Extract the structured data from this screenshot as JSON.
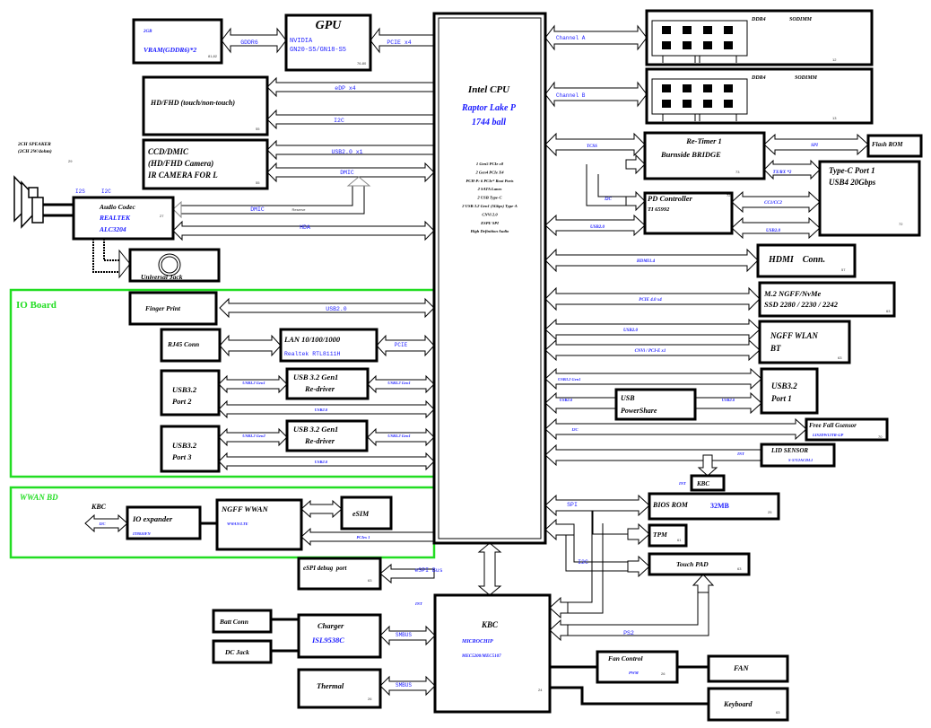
{
  "title": "Intel Raptor Lake P Laptop Block Diagram",
  "colors": {
    "region": "#22dd22",
    "bus_label": "#2020ff",
    "part_label": "#1a1aff",
    "border": "#000000"
  },
  "regions": {
    "io_board": "IO Board",
    "wwan_bd": "WWAN BD"
  },
  "blocks": {
    "vram": {
      "line1": "2GB",
      "line2": "VRAM(GDDR6)*2",
      "page": "81,82"
    },
    "gpu": {
      "title": "GPU",
      "vendor": "NVIDIA",
      "part": "GN20-S5/GN18-S5",
      "page": "76-80"
    },
    "panel": {
      "title": "HD/FHD (touch/non-touch)",
      "page": "55"
    },
    "camera": {
      "line1": "CCD/DMIC",
      "line2": "(HD/FHD Camera)",
      "line3": "IR CAMERA FOR L",
      "page": "55"
    },
    "speaker": {
      "line1": "2CH SPEAKER",
      "line2": "(2CH 2W/4ohm)",
      "page": "29"
    },
    "codec": {
      "title": "Audio Codec",
      "vendor": "REALTEK",
      "part": "ALC3204",
      "page": "27"
    },
    "universal_jack": {
      "title": "Universal Jack"
    },
    "cpu": {
      "title": "Intel CPU",
      "part": "Raptor Lake P",
      "package": "1744 ball",
      "features": [
        "1 Gen5 PCIe x8",
        "2 Gen4 PCIe X4",
        "PCH-P: 6 PCIe* Root Ports",
        "2 SATA Lanes",
        "2 USB Type-C",
        "2 USB 3.2 Gen1 (5Gbps) Type-A",
        "CNVi 2.0",
        "ESPI/ SPI",
        "High Definition Audio"
      ]
    },
    "dimm_a": {
      "type": "DDR4",
      "form": "SODIMM",
      "page": "12"
    },
    "dimm_b": {
      "type": "DDR4",
      "form": "SODIMM",
      "page": "13"
    },
    "retimer": {
      "title": "Re-Timer 1",
      "part": "Burnside BRIDGE",
      "page": "73"
    },
    "flash_rom": {
      "title": "Flash ROM"
    },
    "pd_controller": {
      "title": "PD Controller",
      "part": "TI 65992",
      "page": "72"
    },
    "typec": {
      "line1": "Type-C Port 1",
      "line2": "USB4 20Gbps",
      "page": "72"
    },
    "hdmi": {
      "title": "HDMI    Conn.",
      "page": "57"
    },
    "ssd": {
      "line1": "M.2 NGFF/NvMe",
      "line2": "SSD 2280 / 2230 / 2242",
      "page": "63"
    },
    "wlan": {
      "line1": "NGFF WLAN",
      "line2": "BT",
      "page": "63"
    },
    "usb_port1": {
      "line1": "USB3.2",
      "line2": "Port 1"
    },
    "powershare": {
      "line1": "USB",
      "line2": "PowerShare"
    },
    "gsensor": {
      "title": "Free Fall Gsensor",
      "part": "LIS2DW12TR-GP",
      "page": "70"
    },
    "lid_sensor": {
      "title": "LID SENSOR",
      "part": "S-5712ACDL1"
    },
    "kbc_small": {
      "title": "KBC"
    },
    "finger_print": {
      "title": "Finger Print"
    },
    "rj45": {
      "title": "RJ45 Conn"
    },
    "lan": {
      "title": "LAN 10/100/1000",
      "part": "Realtek RTL8111H"
    },
    "usb_port2": {
      "line1": "USB3.2",
      "line2": "Port 2"
    },
    "redriver1": {
      "line1": "USB 3.2 Gen1",
      "line2": "Re-driver"
    },
    "usb_port3": {
      "line1": "USB3.2",
      "line2": "Port 3"
    },
    "redriver2": {
      "line1": "USB 3.2 Gen1",
      "line2": "Re-driver"
    },
    "wwan_kbc": {
      "title": "KBC"
    },
    "io_expander": {
      "title": "IO expander",
      "part": "IT8010FN"
    },
    "wwan": {
      "title": "NGFF WWAN",
      "part": "WWAN/LTE"
    },
    "esim": {
      "title": "eSIM"
    },
    "espi_debug": {
      "title": "eSPI debug  port",
      "page": "63"
    },
    "bios_rom": {
      "title": "BIOS ROM",
      "size": "32MB",
      "page": "25"
    },
    "tpm": {
      "title": "TPM",
      "page": "61"
    },
    "touchpad": {
      "title": "Touch PAD",
      "page": "63"
    },
    "batt": {
      "title": "Batt Conn"
    },
    "dc_jack": {
      "title": "DC Jack"
    },
    "charger": {
      "title": "Charger",
      "part": "ISL9538C"
    },
    "thermal": {
      "title": "Thermal",
      "page": "26"
    },
    "kbc_main": {
      "title": "KBC",
      "vendor": "MICROCHIP",
      "part": "MEC5200/MEC5107",
      "page": "24"
    },
    "fan_control": {
      "title": "Fan Control",
      "sub": "PWM",
      "page": "26"
    },
    "fan": {
      "title": "FAN"
    },
    "keyboard": {
      "title": "Keyboard",
      "page": "63"
    }
  },
  "buses": {
    "gddr6": "GDDR6",
    "gpu_pcie": "PCIE x4",
    "edp": "eDP x4",
    "panel_i2c": "I2C",
    "cam_usb": "USB2.0 x1",
    "cam_dmic": "DMIC",
    "codec_dmic": "DMIC",
    "reserve": "Reserve",
    "hda": "HDA",
    "i2s": "I2S",
    "codec_i2c": "I2C",
    "channel_a": "Channel A",
    "channel_b": "Channel B",
    "tcss": "TCSS",
    "spi_flash": "SPI",
    "txrx": "TX/RX *2",
    "pd_i2c": "I2C",
    "cc": "CC1/CC2",
    "pd_usb_cpu": "USB2.0",
    "pd_usb_port": "USB2.0",
    "hdmi": "HDMI1.4",
    "ssd_pcie": "PCIE 4.0 x4",
    "wlan_usb": "USB2.0",
    "wlan_cnvi": "CNVi / PCI-E x1",
    "usb_gen1": "USB3.2 Gen1",
    "usb_2_0_a": "USB2.0",
    "usb_2_0_b": "USB2.0",
    "gsensor_i2c": "I2C",
    "lid_int": "INT",
    "kbc_int": "INT",
    "fp_usb": "USB2.0",
    "lan_pcie": "PCIE",
    "p2_gen1_left": "USB3.2 Gen1",
    "p2_gen1_right": "USB3.2 Gen1",
    "p2_usb": "USB2.0",
    "p3_gen_left": "USB3.2 Gen2",
    "p3_gen_right": "USB3.2 Gen1",
    "p3_usb": "USB2.0",
    "wwan_i2c": "I2C",
    "wwan_pcie": "PCIex 1",
    "espi": "eSPI Bus",
    "spi_bios": "SPI",
    "tp_i2c": "I2C",
    "ps2": "PS2",
    "smbus_charger": "SMBUS",
    "smbus_thermal": "SMBUS",
    "kbc_int_main": "INT"
  }
}
